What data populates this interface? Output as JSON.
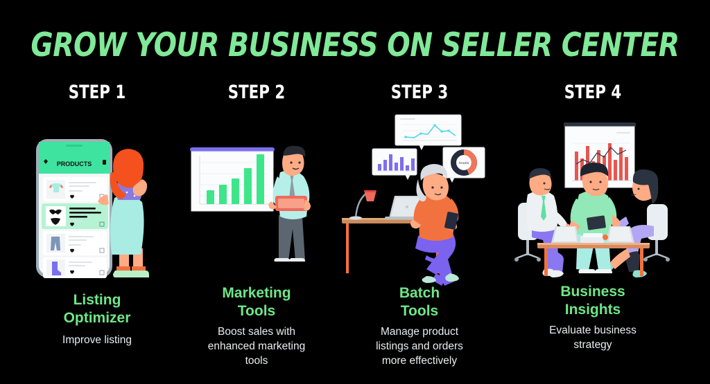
{
  "poster": {
    "title": "GROW YOUR BUSINESS ON SELLER CENTER",
    "background_color": "#000000",
    "accent_green": "#6ee787",
    "title_green": "#80e998",
    "step_label_color": "#ffffff",
    "body_text_color": "#e9eef0"
  },
  "steps": [
    {
      "step_label": "STEP 1",
      "headline": "Listing\nOptimizer",
      "description": "Improve listing",
      "illustration": {
        "name": "phone-listing-optimizer",
        "phone_header": "PRODUCTS",
        "products": [
          "tshirt",
          "bikini",
          "jeans",
          "boot"
        ],
        "highlighted_product_index": 1,
        "person": {
          "hair_color": "#f4511e",
          "top_color": "#8a7ae0",
          "overall_color": "#a8ece3",
          "shoe_color": "#b9f0c8"
        }
      }
    },
    {
      "step_label": "STEP 2",
      "headline": "Marketing\nTools",
      "description": "Boost sales with\nenhanced marketing\ntools",
      "illustration": {
        "name": "presenter-with-bar-chart-board",
        "board_bar_values": [
          20,
          28,
          37,
          52,
          72
        ],
        "bar_color": "#3ee68a",
        "board_rail_color": "#7b6ef0",
        "person": {
          "shirt_color": "#b6efe8",
          "pants_color": "#5b6670",
          "tablet_color": "#f0695a",
          "hair_color": "#262b33"
        }
      }
    },
    {
      "step_label": "STEP 3",
      "headline": "Batch\nTools",
      "description": "Manage product\nlistings and orders\nmore effectively",
      "illustration": {
        "name": "desk-worker-with-analytics-cards",
        "cards": [
          {
            "type": "line",
            "color": "#4fd8e8",
            "values": [
              18,
              30,
              22,
              40,
              34,
              62,
              30,
              38,
              26
            ]
          },
          {
            "type": "bar",
            "color": "#7b6ef0",
            "values": [
              22,
              34,
              52,
              30,
              44,
              26,
              48
            ]
          },
          {
            "type": "donut",
            "colors": [
              "#232b3e",
              "#f0765a"
            ],
            "split": [
              55,
              45
            ]
          }
        ],
        "desk_items": [
          "lamp",
          "laptop"
        ],
        "person": {
          "hair_color": "#d9dde3",
          "shirt_color": "#f2723f",
          "pants_color": "#7b62ef",
          "shoe_color": "#b9e7d8"
        }
      }
    },
    {
      "step_label": "STEP 4",
      "headline": "Business\nInsights",
      "description": "Evaluate business\nstrategy",
      "illustration": {
        "name": "team-meeting-with-projector-chart",
        "screen_chart": {
          "type": "bar",
          "color": "#e8564f",
          "values": [
            58,
            44,
            70,
            38,
            62,
            50,
            76,
            40,
            66,
            48,
            58,
            36
          ]
        },
        "people": [
          {
            "role": "seated-left",
            "shirt_color": "#eef1f4",
            "pants_color": "#8b77f2",
            "tie_color": "#5ee0a0"
          },
          {
            "role": "standing-center",
            "shirt_color": "#92e8b6",
            "pants_color": "#a8ece3"
          },
          {
            "role": "seated-right",
            "shirt_color": "#b3a6f2",
            "skirt_color": "#2a3040"
          }
        ],
        "table_items": [
          "laptop",
          "laptop",
          "papers"
        ]
      }
    }
  ]
}
